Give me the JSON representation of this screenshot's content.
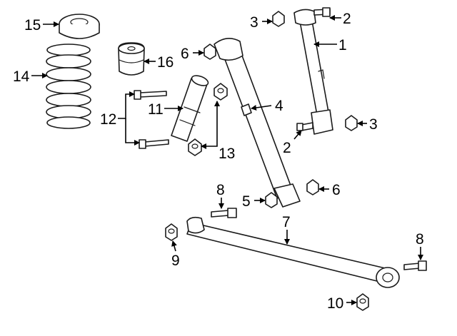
{
  "callouts": {
    "c1": "1",
    "c2a": "2",
    "c2b": "2",
    "c3a": "3",
    "c3b": "3",
    "c4": "4",
    "c5": "5",
    "c6a": "6",
    "c6b": "6",
    "c7": "7",
    "c8a": "8",
    "c8b": "8",
    "c9": "9",
    "c10": "10",
    "c11": "11",
    "c12": "12",
    "c13": "13",
    "c14": "14",
    "c15": "15",
    "c16": "16"
  }
}
